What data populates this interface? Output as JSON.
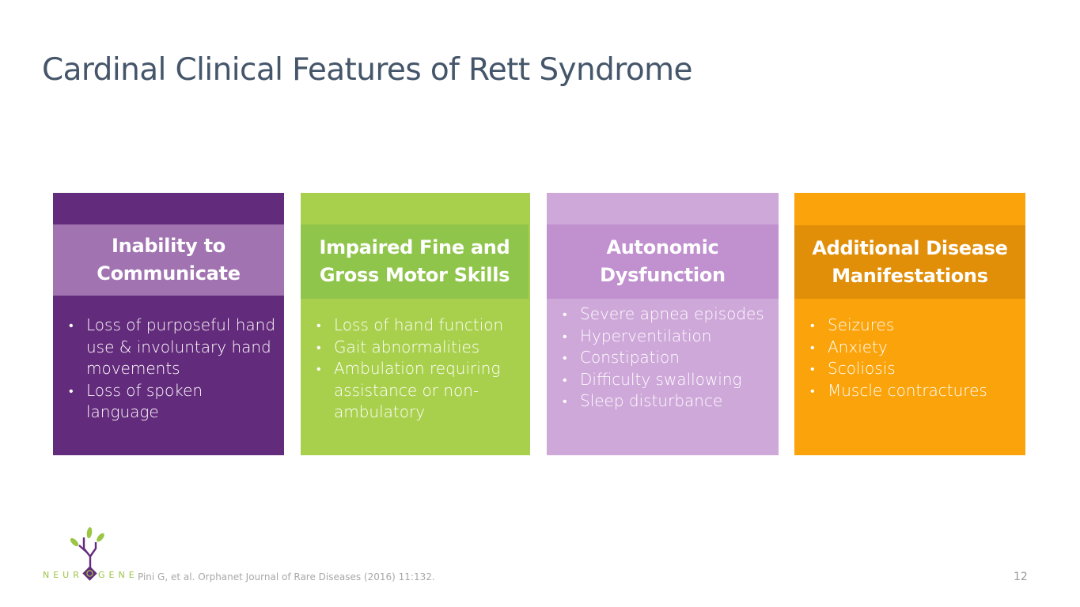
{
  "slide": {
    "title": "Cardinal Clinical Features of Rett Syndrome",
    "page_number": "12",
    "citation": "Pini G, et al. Orphanet Journal of Rare Diseases (2016) 11:132."
  },
  "logo": {
    "brand_left": "NEUR",
    "brand_right": "GENE",
    "brand_full": "NEUROGENE",
    "colors": {
      "purple": "#632b7b",
      "green": "#9bc545"
    }
  },
  "cards": [
    {
      "heading": "Inability to Communicate",
      "heading_line1": "Inability to",
      "heading_line2": "Communicate",
      "color": "#632b7b",
      "header_color": "#a173b1",
      "bullets": [
        "Loss of purposeful hand use & involuntary hand movements",
        "Loss of spoken language"
      ]
    },
    {
      "heading": "Impaired Fine and Gross Motor Skills",
      "heading_line1": "Impaired Fine and",
      "heading_line2": "Gross Motor Skills",
      "color": "#a9d04d",
      "header_color": "#90c54c",
      "bullets": [
        "Loss of hand function",
        "Gait abnormalities",
        "Ambulation requiring assistance or non-ambulatory"
      ]
    },
    {
      "heading": "Autonomic Dysfunction",
      "heading_line1": "Autonomic",
      "heading_line2": "Dysfunction",
      "color": "#cea8d9",
      "header_color": "#c090cf",
      "bullets": [
        "Severe apnea episodes",
        "Hyperventilation",
        "Constipation",
        "Difficulty swallowing",
        "Sleep disturbance"
      ]
    },
    {
      "heading": "Additional Disease Manifestations",
      "heading_line1": "Additional Disease",
      "heading_line2": "Manifestations",
      "color": "#fba30a",
      "header_color": "#e18f09",
      "bullets": [
        "Seizures",
        "Anxiety",
        "Scoliosis",
        "Muscle contractures"
      ]
    }
  ]
}
